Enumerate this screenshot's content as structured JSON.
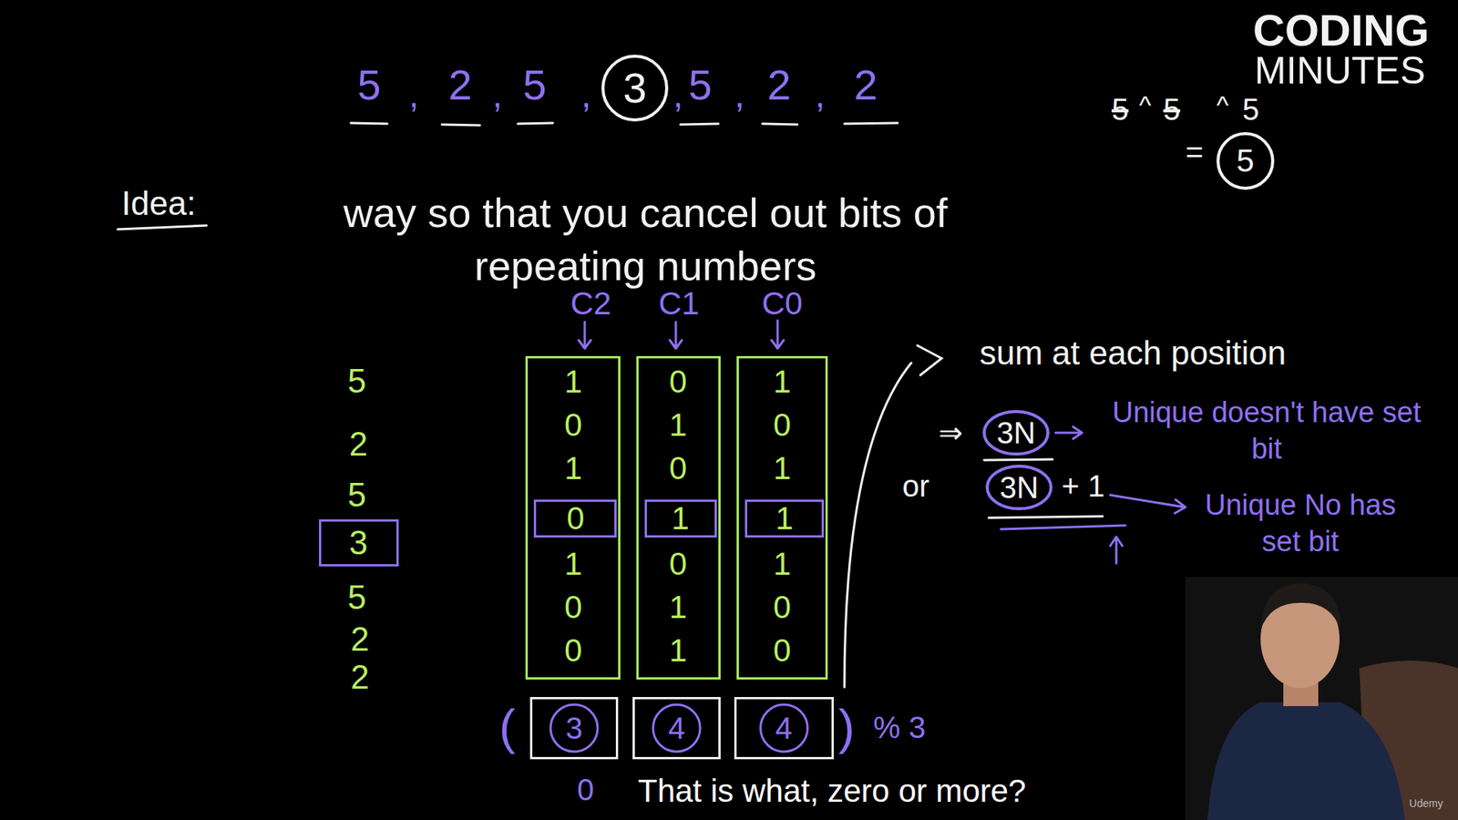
{
  "diagram": {
    "caption": "That is what, zero or more?",
    "nodes": [
      {
        "text": [
          "3"
        ]
      },
      {
        "text": [
          "5"
        ]
      },
      {
        "text": [
          "3"
        ]
      },
      {
        "text": [
          "C2",
          "1",
          "0",
          "1",
          "1",
          "0",
          "0"
        ]
      },
      {
        "text": [
          "0"
        ],
        "in": 3
      },
      {
        "text": [
          "C1",
          "0",
          "1",
          "0",
          "0",
          "1",
          "1"
        ]
      },
      {
        "text": [
          "1"
        ],
        "in": 5
      },
      {
        "text": [
          "C0",
          "1",
          "0",
          "1",
          "1",
          "0",
          "0"
        ]
      },
      {
        "text": [
          "1"
        ],
        "in": 7
      },
      {
        "text": [
          "3"
        ]
      },
      {
        "text": [
          "4"
        ]
      },
      {
        "text": [
          "4"
        ]
      },
      {
        "text": [
          "3N"
        ]
      },
      {
        "text": [
          "3N"
        ]
      }
    ],
    "labels": [
      "CODING",
      "MINUTES",
      "5",
      ",",
      "2",
      ",",
      "5",
      ",",
      ",",
      "5",
      ",",
      "2",
      ",",
      "2",
      "5",
      "^",
      "5",
      "^",
      "5",
      "=",
      "Idea:",
      "way so that you cancel out bits of repeating numbers",
      "5",
      "2",
      "5",
      "5",
      "2",
      "2",
      "sum at each position",
      "⇒",
      "Unique doesn't have set bit",
      "or",
      "+ 1",
      "Unique No has set bit",
      "(",
      ")",
      "% 3",
      "0",
      "Udemy"
    ]
  }
}
